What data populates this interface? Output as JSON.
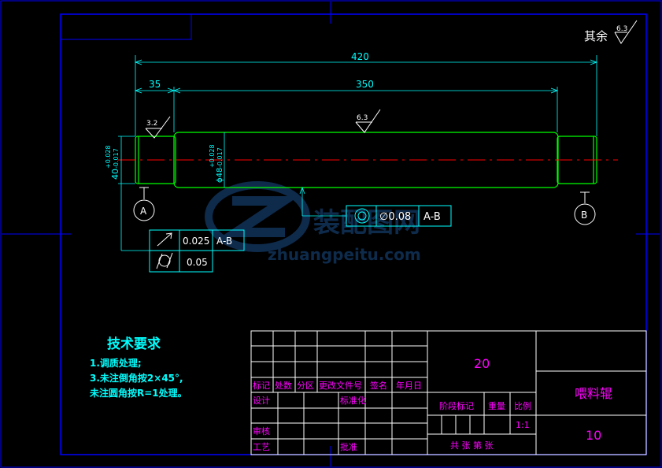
{
  "roughness_other": {
    "label": "其余",
    "value": "6.3"
  },
  "dimensions": {
    "overall_length": "420",
    "left_shoulder": "35",
    "middle_length": "350",
    "left_diameter": {
      "nominal": "40",
      "upper": "+0.028",
      "lower": "-0.017"
    },
    "middle_diameter": {
      "nominal": "ϕ48",
      "upper": "+0.028",
      "lower": "-0.017"
    }
  },
  "roughness_marks": {
    "journal": "3.2",
    "body": "6.3"
  },
  "datums": {
    "left": "A",
    "right": "B"
  },
  "gdt_coaxiality": {
    "symbol": "◎",
    "tolerance": "∅0.08",
    "datum": "A-B"
  },
  "gdt_runout": {
    "tolerance": "0.025",
    "datum": "A-B"
  },
  "gdt_cylindricity": {
    "tolerance": "0.05"
  },
  "watermark": {
    "cn": "装配图网",
    "url": "zhuangpeitu.com"
  },
  "tech_requirements": {
    "title": "技术要求",
    "lines": [
      "1.调质处理;",
      "3.未注倒角按2×45°,",
      "未注圆角按R=1处理。"
    ]
  },
  "title_block": {
    "headers": [
      "标记",
      "处数",
      "分区",
      "更改文件号",
      "签名",
      "年月日"
    ],
    "design": "设计",
    "standardization": "标准化",
    "review": "审核",
    "process": "工艺",
    "approve": "批准",
    "material": "20",
    "stage_mark": "阶段标记",
    "weight": "重量",
    "scale_label": "比例",
    "scale": "1:1",
    "sheets": "共  张  第  张",
    "part_name": "喂料辊",
    "drawing_no": "10"
  },
  "colors": {
    "outline": "#0000ff",
    "dimension": "#00ffff",
    "part": "#00ff00",
    "centerline": "#ff0000",
    "text_magenta": "#ff00ff"
  }
}
